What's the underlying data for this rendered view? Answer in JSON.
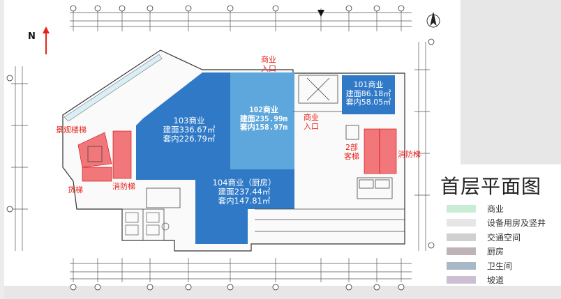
{
  "compass": {
    "letter": "N"
  },
  "units": {
    "u101": {
      "name": "101商业",
      "gross": "建面86.18㎡",
      "net": "套内58.05㎡",
      "color": "#2f79c7"
    },
    "u102": {
      "name": "102商业",
      "gross": "建面235.99m",
      "net": "套内158.97m",
      "color": "#5ea7dc"
    },
    "u103": {
      "name": "103商业",
      "gross": "建面336.67㎡",
      "net": "套内226.79㎡",
      "color": "#2f79c7"
    },
    "u104": {
      "name": "104商业（厨房）",
      "gross": "建面237.44㎡",
      "net": "套内147.81㎡",
      "color": "#2f79c7"
    }
  },
  "labels": {
    "entrance_top": [
      "商业",
      "入口"
    ],
    "entrance_mid": [
      "商业",
      "入口"
    ],
    "scenic_stair": "景观楼梯",
    "freight_lift": "货梯",
    "fire_stair_left": "消防梯",
    "stair2": [
      "2部",
      "客梯"
    ],
    "fire_stair_right": "消防梯"
  },
  "legend": {
    "title": "首层平面图",
    "items": [
      {
        "label": "商业",
        "color": "#c9ecd4"
      },
      {
        "label": "设备用房及竖井",
        "color": "#e6e6e6"
      },
      {
        "label": "交通空间",
        "color": "#d0d0d0"
      },
      {
        "label": "厨房",
        "color": "#bfb3b8"
      },
      {
        "label": "卫生间",
        "color": "#a9b8c6"
      },
      {
        "label": "坡道",
        "color": "#cdbfd3"
      }
    ]
  },
  "accent": {
    "red": "#e8221a",
    "stair_red": "#f2777a"
  }
}
